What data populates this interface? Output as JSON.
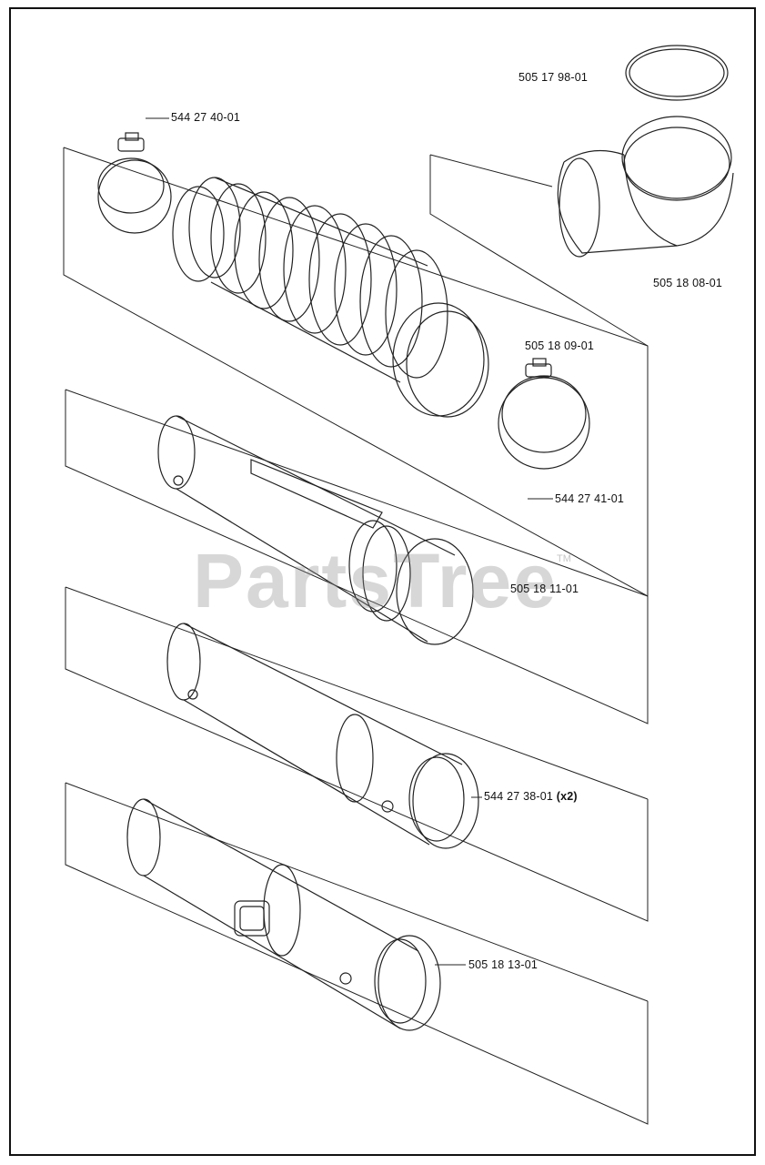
{
  "watermark": {
    "text": "PartsTree",
    "tm": "TM"
  },
  "parts": [
    {
      "id": "p1",
      "number": "544 27 40-01",
      "suffix": ""
    },
    {
      "id": "p2",
      "number": "505 17 98-01",
      "suffix": ""
    },
    {
      "id": "p3",
      "number": "505 18 08-01",
      "suffix": ""
    },
    {
      "id": "p4",
      "number": "505 18 09-01",
      "suffix": ""
    },
    {
      "id": "p5",
      "number": "544 27 41-01",
      "suffix": ""
    },
    {
      "id": "p6",
      "number": "505 18 11-01",
      "suffix": ""
    },
    {
      "id": "p7",
      "number": "544 27 38-01",
      "suffix": "(x2)"
    },
    {
      "id": "p8",
      "number": "505 18 13-01",
      "suffix": ""
    }
  ]
}
